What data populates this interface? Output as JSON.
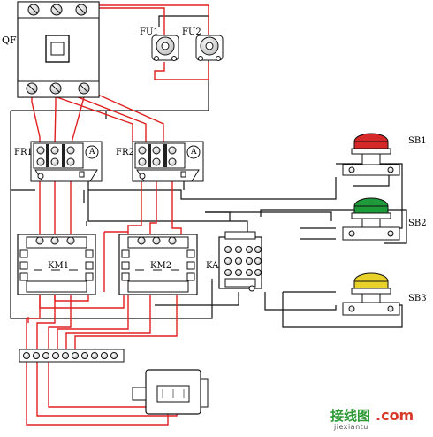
{
  "labels": {
    "qf": "QF",
    "fu1": "FU1",
    "fu2": "FU2",
    "fr1": "FR1",
    "fr2": "FR2",
    "km1": "KM1",
    "km2": "KM2",
    "ka": "KA",
    "sb1": "SB1",
    "sb2": "SB2",
    "sb3": "SB3",
    "ammeter": "A"
  },
  "watermark": {
    "main": "接线图",
    "com": ".com",
    "url": "jiexiantu"
  },
  "colors": {
    "wire_red": "#e02020",
    "wire_black": "#111111",
    "button_sb1": "#d62828",
    "button_sb2": "#1f9a3a",
    "button_sb3": "#e8d22a"
  }
}
